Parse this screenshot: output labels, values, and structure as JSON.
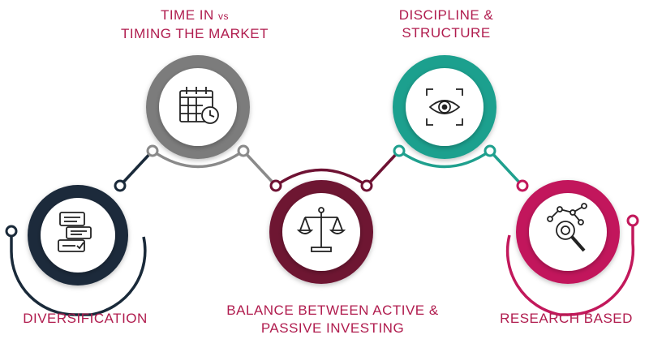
{
  "steps": {
    "time_in_market": {
      "line1": "TIME IN",
      "line1_suffix": "vs",
      "line2": "TIMING THE MARKET",
      "icon": "calendar-clock-icon",
      "color": "#7b7b7b"
    },
    "discipline": {
      "line1": "DISCIPLINE &",
      "line2": "STRUCTURE",
      "icon": "eye-focus-icon",
      "color": "#1fa08e"
    },
    "diversification": {
      "line1": "DIVERSIFICATION",
      "icon": "documents-checklist-icon",
      "color": "#1a2a3a"
    },
    "balance": {
      "line1": "BALANCE BETWEEN ACTIVE &",
      "line2": "PASSIVE INVESTING",
      "icon": "balance-scale-icon",
      "color": "#6e1233"
    },
    "research": {
      "line1": "RESEARCH BASED",
      "icon": "magnifier-network-icon",
      "color": "#c2185b"
    }
  },
  "text_color": "#b01c4e"
}
